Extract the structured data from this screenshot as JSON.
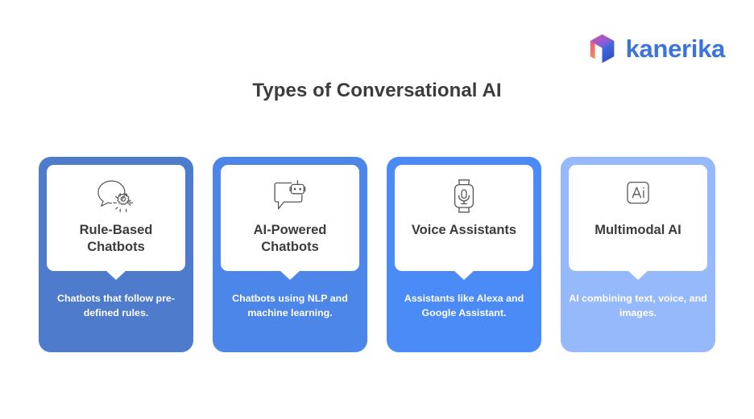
{
  "brand": {
    "name": "kanerika",
    "logo_icon": "cube-logo-icon",
    "text_color": "#3C74DC"
  },
  "header": {
    "title": "Types of Conversational AI",
    "title_color": "#3C3C3C"
  },
  "cards": [
    {
      "title": "Rule-Based Chatbots",
      "description": "Chatbots that follow pre-defined rules.",
      "icon": "speech-bubble-gear-icon",
      "color": "#4E7BCB"
    },
    {
      "title": "AI-Powered Chatbots",
      "description": "Chatbots using NLP and machine learning.",
      "icon": "chat-robot-icon",
      "color": "#4B86E8"
    },
    {
      "title": "Voice Assistants",
      "description": "Assistants like Alexa and Google Assistant.",
      "icon": "smartwatch-microphone-icon",
      "color": "#4A8BF8"
    },
    {
      "title": "Multimodal AI",
      "description": "AI combining text, voice, and images.",
      "icon": "ai-square-icon",
      "color": "#96B9FB"
    }
  ],
  "background_color": "#FFFFFF"
}
